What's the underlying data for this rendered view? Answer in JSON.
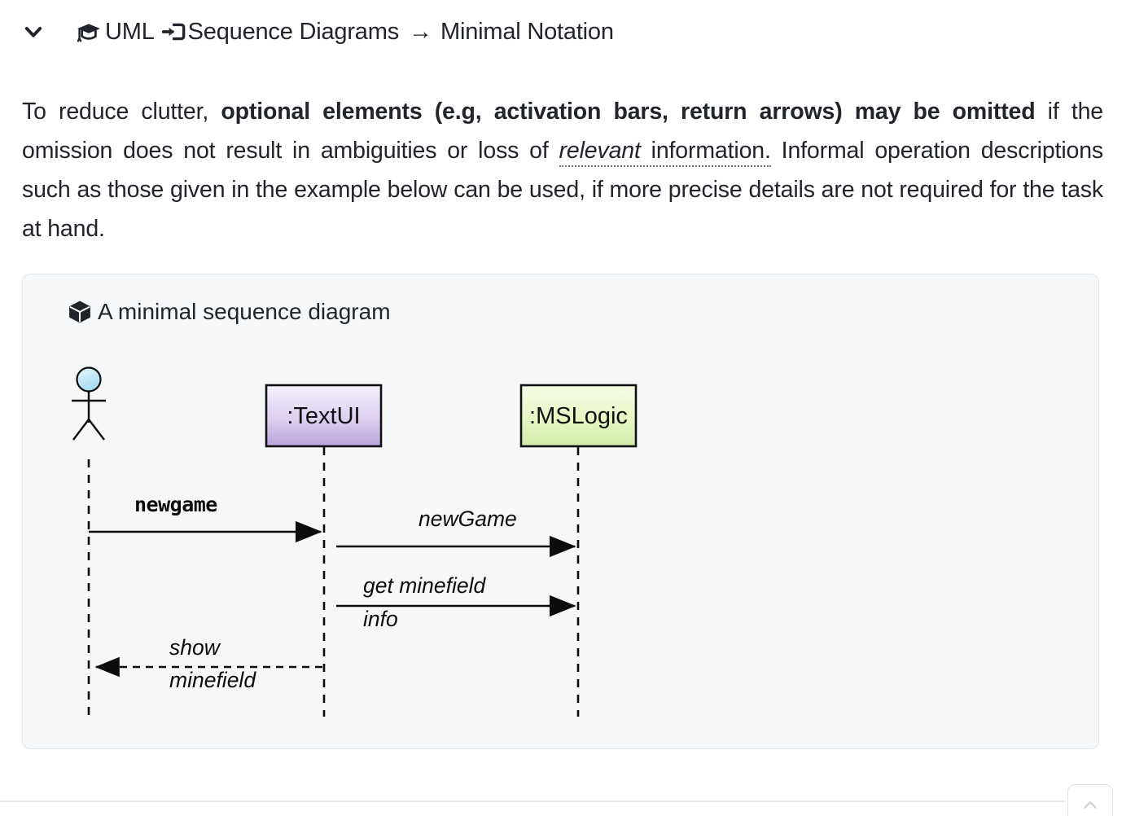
{
  "breadcrumb": {
    "collapse_icon": "chevron-down-icon",
    "cap_icon": "graduation-cap-icon",
    "sequence_icon": "arrow-into-bracket-icon",
    "root": "UML",
    "section": "Sequence Diagrams",
    "separator": "→",
    "page": "Minimal Notation"
  },
  "paragraph": {
    "t1": "To reduce clutter, ",
    "b1": "optional elements (e.g, activation bars, return arrows) may be omitted",
    "t2": " if the omission does not result in ambiguities or loss of ",
    "u1": "relevant",
    "u2": " information.",
    "t3": " Informal operation descriptions such as those given in the example below can be used, if more precise details are not required for the task at hand."
  },
  "card": {
    "icon": "cube-icon",
    "title": "A minimal sequence diagram"
  },
  "diagram": {
    "actor": {
      "name": "actor",
      "head_color": "#bde5f6"
    },
    "participants": [
      {
        "id": "textui",
        "label": ":TextUI",
        "fill_top": "#f2ecfa",
        "fill_bottom": "#bda8dd"
      },
      {
        "id": "mslogic",
        "label": ":MSLogic",
        "fill_top": "#f4fbe2",
        "fill_bottom": "#d3ecab"
      }
    ],
    "messages": [
      {
        "id": "m1",
        "label": "newgame",
        "style": "mono",
        "kind": "call",
        "from": "actor",
        "to": "textui"
      },
      {
        "id": "m2",
        "label": "newGame",
        "style": "italic",
        "kind": "call",
        "from": "textui",
        "to": "mslogic"
      },
      {
        "id": "m3",
        "label_above": "get minefield",
        "label_below": "info",
        "style": "italic",
        "kind": "call",
        "from": "textui",
        "to": "mslogic"
      },
      {
        "id": "m4",
        "label_above": "show",
        "label_below": "minefield",
        "style": "italic",
        "kind": "return",
        "from": "textui",
        "to": "actor"
      }
    ]
  },
  "footer": {
    "scroll_top_icon": "chevron-up-icon"
  }
}
